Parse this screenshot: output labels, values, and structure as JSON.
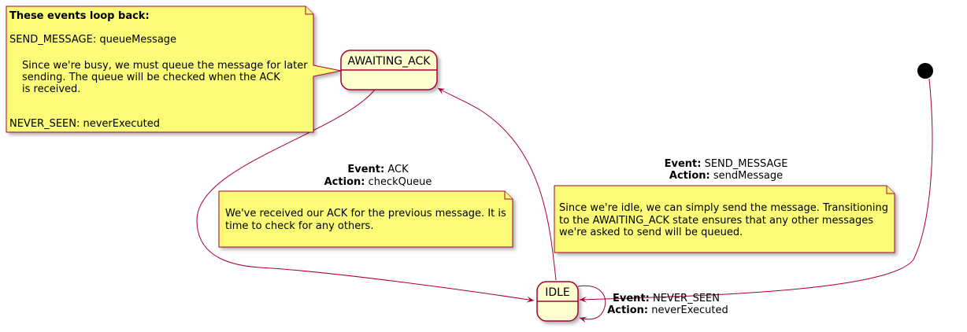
{
  "states": {
    "awaiting_ack": "AWAITING_ACK",
    "idle": "IDLE"
  },
  "transitions": {
    "start_to_idle": {
      "event_label": "Event:",
      "event": "NEVER_SEEN",
      "action_label": "Action:",
      "action": "neverExecuted"
    },
    "idle_to_awaiting": {
      "event_label": "Event:",
      "event": "SEND_MESSAGE",
      "action_label": "Action:",
      "action": "sendMessage"
    },
    "awaiting_to_idle": {
      "event_label": "Event:",
      "event": "ACK",
      "action_label": "Action:",
      "action": "checkQueue"
    }
  },
  "notes": {
    "loop_back": {
      "title": "These events loop back:",
      "line1": "SEND_MESSAGE: queueMessage",
      "line2": "Since we're busy, we must queue the message for later",
      "line3": "sending.  The queue will be checked when the ACK",
      "line4": "is received.",
      "line5": "NEVER_SEEN: neverExecuted"
    },
    "ack": {
      "line1": "We've received our ACK for the previous message.  It is",
      "line2": "time to check for any others."
    },
    "send": {
      "line1": "Since we're idle, we can simply send the message.  Transitioning",
      "line2": "to the AWAITING_ACK state ensures that any other messages",
      "line3": "we're asked to send will be queued."
    }
  },
  "colors": {
    "state_fill": "#FEFECE",
    "state_border": "#A80036",
    "note_fill": "#FBFB77",
    "note_border": "#A80036",
    "edge": "#A80036"
  }
}
